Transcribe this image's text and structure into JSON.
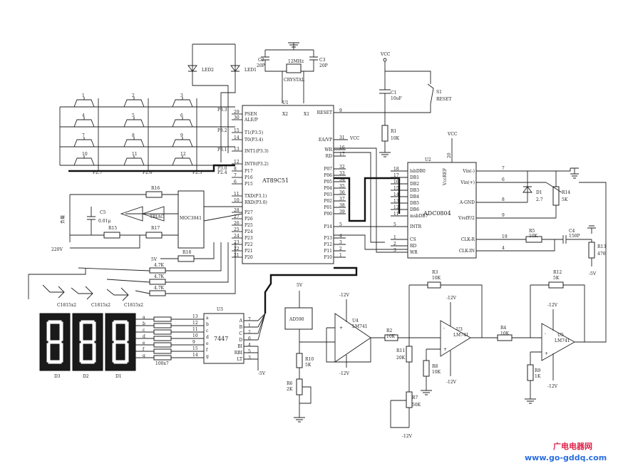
{
  "mcu": {
    "name": "AT89C51",
    "ref": "U1",
    "left_pins": [
      {
        "num": "29",
        "name": "PSEN"
      },
      {
        "num": "30",
        "name": "ALE/P"
      },
      {
        "num": "15",
        "name": "T1(P3.5)"
      },
      {
        "num": "14",
        "name": "T0(P3.4)"
      },
      {
        "num": "13",
        "name": "INT1(P3.3)"
      },
      {
        "num": "12",
        "name": "INT0(P3.2)"
      },
      {
        "num": "8",
        "name": "P17"
      },
      {
        "num": "7",
        "name": "P16"
      },
      {
        "num": "6",
        "name": "P15"
      },
      {
        "num": "11",
        "name": "TXD(P3.1)"
      },
      {
        "num": "10",
        "name": "RXD(P3.0)"
      },
      {
        "num": "28",
        "name": "P27"
      },
      {
        "num": "27",
        "name": "P26"
      },
      {
        "num": "26",
        "name": "P25"
      },
      {
        "num": "25",
        "name": "P24"
      },
      {
        "num": "24",
        "name": "P23"
      },
      {
        "num": "23",
        "name": "P22"
      },
      {
        "num": "22",
        "name": "P21"
      },
      {
        "num": "21",
        "name": "P20"
      }
    ],
    "right_pins": [
      {
        "num": "9",
        "name": "RESET"
      },
      {
        "num": "31",
        "name": "EA/VP"
      },
      {
        "num": "16",
        "name": "WR"
      },
      {
        "num": "17",
        "name": "RD"
      },
      {
        "num": "32",
        "name": "P07"
      },
      {
        "num": "33",
        "name": "P06"
      },
      {
        "num": "34",
        "name": "P05"
      },
      {
        "num": "35",
        "name": "P04"
      },
      {
        "num": "36",
        "name": "P03"
      },
      {
        "num": "37",
        "name": "P02"
      },
      {
        "num": "38",
        "name": "P01"
      },
      {
        "num": "39",
        "name": "P00"
      },
      {
        "num": "5",
        "name": "P14"
      },
      {
        "num": "4",
        "name": "P13"
      },
      {
        "num": "3",
        "name": "P12"
      },
      {
        "num": "2",
        "name": "P11"
      },
      {
        "num": "1",
        "name": "P10"
      }
    ],
    "x1": "X1",
    "x2": "X2"
  },
  "adc": {
    "name": "ADC0804",
    "ref": "U2",
    "left_pins": [
      {
        "num": "18",
        "name": "lsbDB0"
      },
      {
        "num": "17",
        "name": "DB1"
      },
      {
        "num": "16",
        "name": "DB2"
      },
      {
        "num": "15",
        "name": "DB3"
      },
      {
        "num": "14",
        "name": "DB4"
      },
      {
        "num": "13",
        "name": "DB5"
      },
      {
        "num": "12",
        "name": "DB6"
      },
      {
        "num": "11",
        "name": "msbDB7"
      },
      {
        "num": "5",
        "name": "INTR"
      },
      {
        "num": "1",
        "name": "CS"
      },
      {
        "num": "2",
        "name": "RD"
      },
      {
        "num": "3",
        "name": "WR"
      }
    ],
    "right_pins": [
      {
        "num": "7",
        "name": "Vin(-)"
      },
      {
        "num": "6",
        "name": "Vin(+)"
      },
      {
        "num": "8",
        "name": "A-GND"
      },
      {
        "num": "9",
        "name": "VrefF/2"
      },
      {
        "num": "19",
        "name": "CLK-R"
      },
      {
        "num": "4",
        "name": "CLK-IN"
      }
    ],
    "vcc_ref": "VccREF",
    "pin20": "20"
  },
  "decoder": {
    "name": "7447",
    "ref": "U3",
    "inputs": [
      {
        "num": "7",
        "name": "A"
      },
      {
        "num": "1",
        "name": "B"
      },
      {
        "num": "2",
        "name": "C"
      },
      {
        "num": "6",
        "name": "D"
      },
      {
        "num": "4",
        "name": "BI"
      },
      {
        "num": "5",
        "name": "RBI"
      },
      {
        "num": "3",
        "name": "LT"
      }
    ],
    "outputs": [
      {
        "num": "13",
        "name": "a"
      },
      {
        "num": "12",
        "name": "b"
      },
      {
        "num": "11",
        "name": "c"
      },
      {
        "num": "10",
        "name": "d"
      },
      {
        "num": "9",
        "name": "e"
      },
      {
        "num": "15",
        "name": "f"
      },
      {
        "num": "14",
        "name": "g"
      }
    ]
  },
  "labels": {
    "crystal": "12MHz",
    "crystal_name": "CRYSTAL",
    "c2": "C2",
    "c2v": "20P",
    "c3": "C3",
    "c3v": "20P",
    "led1": "LED1",
    "led2": "LED2",
    "s1": "S1",
    "s1_name": "RESET",
    "c1": "C1",
    "c1v": "10uF",
    "r1": "R1",
    "r1v": "10K",
    "vcc": "VCC",
    "vcc2": "VCC",
    "vcc_ea": "VCC",
    "p3x": [
      "P3.3",
      "P3.2",
      "P3.1",
      "P3.0"
    ],
    "keys": [
      "1",
      "2",
      "3",
      "4",
      "5",
      "6",
      "7",
      "8",
      "9",
      "10",
      "11",
      "12"
    ],
    "p2x": [
      "P2.7",
      "P2.6",
      "P2.5",
      "P2.4"
    ],
    "r16": "R16",
    "triac": "TRIAC",
    "moc": "MOC3041",
    "c5": "C5",
    "c5v": "0.01μ",
    "r15": "R15",
    "r17": "R17",
    "ac": "220V",
    "load": "负载",
    "r18": "R18",
    "v5": "5V",
    "r_4k7": [
      "4.7K",
      "4.7K",
      "4.7K"
    ],
    "transistors": [
      "C1815x2",
      "C1815x2",
      "C1815x2"
    ],
    "digits": [
      "D3",
      "D2",
      "D1"
    ],
    "res_net": "100x7",
    "seg_in": [
      "a",
      "b",
      "c",
      "d",
      "e",
      "f",
      "g"
    ],
    "neg5": "-5V",
    "d1": "D1",
    "d1v": "2.7",
    "r14": "R14",
    "r14v": "5K",
    "r5": "R5",
    "r5v": "10K",
    "c4": "C4",
    "c4v": "150P",
    "r13": "R13",
    "r13v": "470",
    "m5v": "-5V",
    "ad590": "AD590",
    "ad_v": "5V",
    "r10": "R10",
    "r10v": "5K",
    "r6": "R6",
    "r6v": "2K",
    "u4": "U4",
    "u4n": "LM741",
    "m12a": "-12V",
    "m12b": "-12V",
    "r2": "R2",
    "r2v": "10K",
    "r11": "R11",
    "r11v": "20K",
    "r7": "R7",
    "r7v": "50K",
    "m12c": "-12V",
    "r3": "R3",
    "r3v": "10K",
    "r8": "R8",
    "r8v": "10K",
    "u3": "U3",
    "u3n": "LM741",
    "p12": "-12V",
    "m12d": "-12V",
    "r4": "R4",
    "r4v": "10K",
    "r9": "R9",
    "r9v": "1K",
    "r12": "R12",
    "r12v": "5K",
    "u5": "U5",
    "u5n": "LM741",
    "p12b": "-12V",
    "m12e": "-12V",
    "watermark1": "广电电器网",
    "watermark2": "www.go-gddq.com"
  },
  "colors": {
    "ink": "#222222",
    "wm_red": "#e0224a",
    "wm_blue": "#2a6de0"
  }
}
